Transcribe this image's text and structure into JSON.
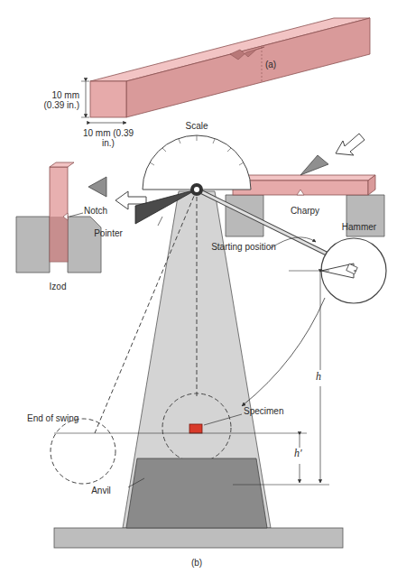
{
  "diagram": {
    "labels": [
      "(a)",
      "10 mm (0.39 in.)",
      "10 mm (0.39 in.)",
      "Notch",
      "Izod",
      "Charpy",
      "Scale",
      "Pointer",
      "Starting position",
      "Hammer",
      "End of swing",
      "Specimen",
      "h",
      "h′",
      "Anvil",
      "(b)"
    ]
  }
}
